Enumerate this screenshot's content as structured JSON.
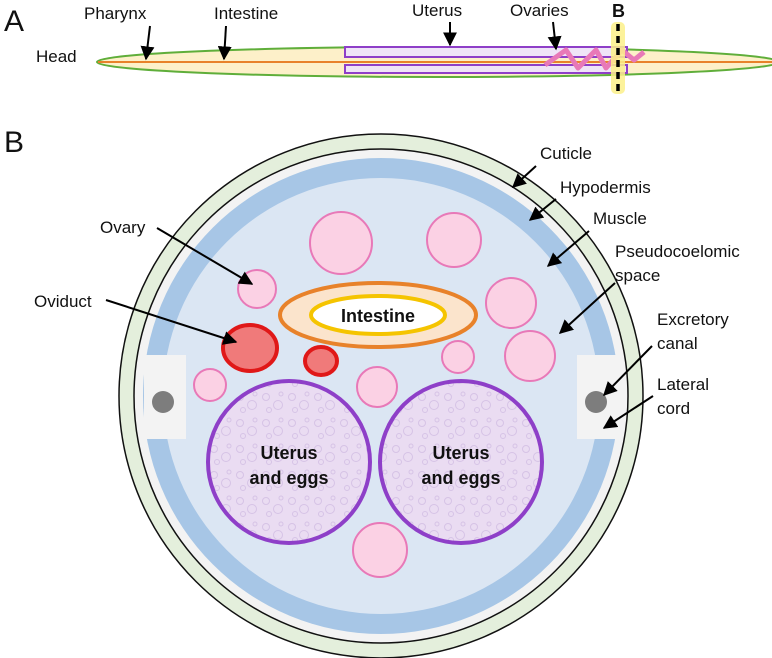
{
  "panel_a": {
    "letter": "A",
    "labels": {
      "head": "Head",
      "pharynx": "Pharynx",
      "intestine": "Intestine",
      "uterus": "Uterus",
      "ovaries": "Ovaries",
      "section_marker": "B"
    }
  },
  "panel_b": {
    "letter": "B",
    "labels": {
      "cuticle": "Cuticle",
      "hypodermis": "Hypodermis",
      "muscle": "Muscle",
      "pseudocoelomic_1": "Pseudocoelomic",
      "pseudocoelomic_2": "space",
      "excretory_1": "Excretory",
      "excretory_2": "canal",
      "lateral_1": "Lateral",
      "lateral_2": "cord",
      "ovary": "Ovary",
      "oviduct": "Oviduct",
      "intestine": "Intestine",
      "uterus_left_1": "Uterus",
      "uterus_left_2": "and eggs",
      "uterus_right_1": "Uterus",
      "uterus_right_2": "and eggs"
    }
  },
  "colors": {
    "cuticle": "#e4efdc",
    "hypodermis": "#f0f0f0",
    "muscle": "#a7c6e6",
    "pseudocoelom": "#dbe6f3",
    "ovary_fill": "#fbd1e4",
    "ovary_stroke": "#e879b8",
    "oviduct_fill": "#f07a7a",
    "oviduct_stroke": "#e01818",
    "intestine_outer": "#e8822a",
    "intestine_inner": "#f5c400",
    "uterus_stroke": "#8e3fc8",
    "uterus_fill": "#eadcf2",
    "worm_outline": "#5fae3a"
  }
}
